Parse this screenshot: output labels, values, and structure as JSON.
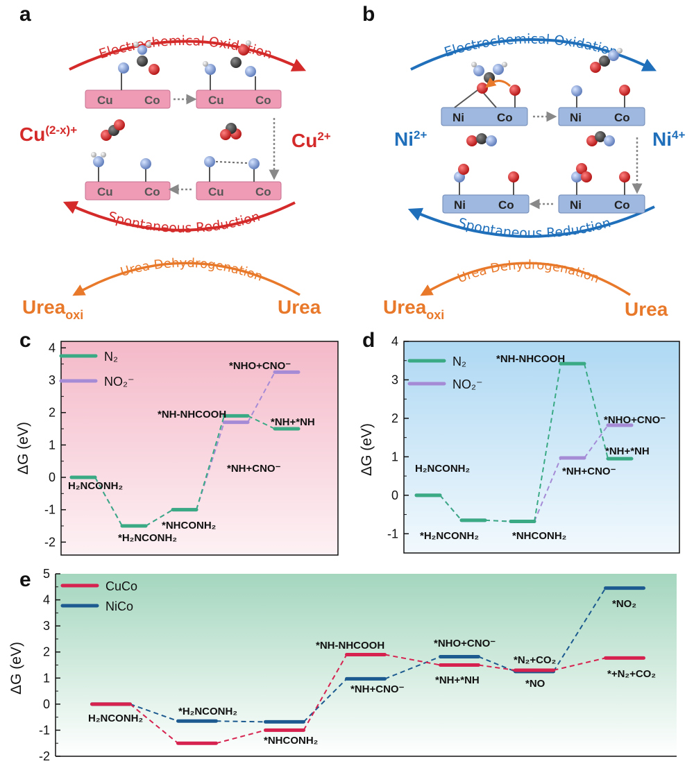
{
  "panels": {
    "a": "a",
    "b": "b",
    "c": "c",
    "d": "d",
    "e": "e"
  },
  "panel_a": {
    "top_arc": "Electrochemical Oxidation",
    "bottom_arc": "Spontaneous Reduction",
    "urea_arc": "Urea Dehydrogenation",
    "left_ion": "Cu",
    "left_ion_sup": "(2-x)+",
    "right_ion": "Cu",
    "right_ion_sup": "2+",
    "metal1": "Cu",
    "metal2": "Co",
    "urea": "Urea",
    "urea_oxi": "Urea",
    "urea_oxi_sub": "oxi",
    "colors": {
      "arc": "#d42a2a",
      "box": "#f09bb5"
    }
  },
  "panel_b": {
    "top_arc": "Electrochemical Oxidation",
    "bottom_arc": "Spontaneous Reduction",
    "urea_arc": "Urea Dehydrogenation",
    "left_ion": "Ni",
    "left_ion_sup": "2+",
    "right_ion": "Ni",
    "right_ion_sup": "4+",
    "metal1": "Ni",
    "metal2": "Co",
    "urea": "Urea",
    "urea_oxi": "Urea",
    "urea_oxi_sub": "oxi",
    "colors": {
      "arc": "#1f6fba",
      "box": "#9fb8e0"
    }
  },
  "chart_data": [
    {
      "type": "line",
      "panel": "c",
      "ylabel": "ΔG (eV)",
      "ylim": [
        -2.4,
        4.2
      ],
      "yticks": [
        "4",
        "3",
        "2",
        "1",
        "0",
        "-1",
        "-2"
      ],
      "background": "#f7c7d4",
      "series": [
        {
          "name": "N2",
          "color": "#3aaa85",
          "steps": [
            {
              "x": 0,
              "y": 0
            },
            {
              "x": 1,
              "y": -1.5
            },
            {
              "x": 2,
              "y": -1.0
            },
            {
              "x": 3,
              "y": 1.9
            },
            {
              "x": 4,
              "y": 1.5
            }
          ]
        },
        {
          "name": "NO2-",
          "color": "#a58bd6",
          "steps": [
            {
              "x": 0,
              "y": 0
            },
            {
              "x": 1,
              "y": -1.5
            },
            {
              "x": 2,
              "y": -1.0
            },
            {
              "x": 3,
              "y": 1.7
            },
            {
              "x": 4,
              "y": 3.25
            }
          ]
        }
      ],
      "labels": [
        {
          "text": "H₂NCONH₂"
        },
        {
          "text": "*H₂NCONH₂"
        },
        {
          "text": "*NHCONH₂"
        },
        {
          "text": "*NH-NHCOOH"
        },
        {
          "text": "*NH+CNO⁻"
        },
        {
          "text": "*NH+*NH"
        },
        {
          "text": "*NHO+CNO⁻"
        }
      ],
      "legend": [
        "N₂",
        "NO₂⁻"
      ]
    },
    {
      "type": "line",
      "panel": "d",
      "ylabel": "ΔG (eV)",
      "ylim": [
        -1.5,
        4.0
      ],
      "yticks": [
        "4",
        "3",
        "2",
        "1",
        "0",
        "-1"
      ],
      "background": "#bfe0f5",
      "series": [
        {
          "name": "N2",
          "color": "#3aaa85",
          "steps": [
            {
              "x": 0,
              "y": 0
            },
            {
              "x": 1,
              "y": -0.65
            },
            {
              "x": 2,
              "y": -0.68
            },
            {
              "x": 3,
              "y": 3.42
            },
            {
              "x": 4,
              "y": 0.95
            }
          ]
        },
        {
          "name": "NO2-",
          "color": "#a58bd6",
          "steps": [
            {
              "x": 0,
              "y": 0
            },
            {
              "x": 1,
              "y": -0.65
            },
            {
              "x": 2,
              "y": -0.68
            },
            {
              "x": 3,
              "y": 0.97
            },
            {
              "x": 4,
              "y": 1.82
            }
          ]
        }
      ],
      "labels": [
        {
          "text": "H₂NCONH₂"
        },
        {
          "text": "*H₂NCONH₂"
        },
        {
          "text": "*NHCONH₂"
        },
        {
          "text": "*NH-NHCOOH"
        },
        {
          "text": "*NH+CNO⁻"
        },
        {
          "text": "*NH+*NH"
        },
        {
          "text": "*NHO+CNO⁻"
        }
      ],
      "legend": [
        "N₂",
        "NO₂⁻"
      ]
    },
    {
      "type": "line",
      "panel": "e",
      "ylabel": "ΔG (eV)",
      "ylim": [
        -2.0,
        5.0
      ],
      "yticks": [
        "5",
        "4",
        "3",
        "2",
        "1",
        "0",
        "-1",
        "-2"
      ],
      "background": "#a9d7c2",
      "series": [
        {
          "name": "CuCo",
          "color": "#d6224f",
          "steps": [
            {
              "x": 0,
              "y": 0
            },
            {
              "x": 1,
              "y": -1.5
            },
            {
              "x": 2,
              "y": -1.0
            },
            {
              "x": 3,
              "y": 1.9
            },
            {
              "x": 4,
              "y": 1.5
            },
            {
              "x": 5,
              "y": 1.3
            },
            {
              "x": 6,
              "y": 1.77
            }
          ]
        },
        {
          "name": "NiCo",
          "color": "#1c5a8f",
          "steps": [
            {
              "x": 0,
              "y": 0
            },
            {
              "x": 1,
              "y": -0.65
            },
            {
              "x": 2,
              "y": -0.68
            },
            {
              "x": 3,
              "y": 0.97
            },
            {
              "x": 4,
              "y": 1.82
            },
            {
              "x": 5,
              "y": 1.25
            },
            {
              "x": 6,
              "y": 4.45
            }
          ]
        }
      ],
      "labels": [
        {
          "text": "H₂NCONH₂"
        },
        {
          "text": "*H₂NCONH₂"
        },
        {
          "text": "*NHCONH₂"
        },
        {
          "text": "*NH-NHCOOH"
        },
        {
          "text": "*NH+CNO⁻"
        },
        {
          "text": "*NHO+CNO⁻"
        },
        {
          "text": "*NH+*NH"
        },
        {
          "text": "*N₂+CO₂"
        },
        {
          "text": "*NO"
        },
        {
          "text": "*NO₂"
        },
        {
          "text": "*+N₂+CO₂"
        }
      ],
      "legend": [
        "CuCo",
        "NiCo"
      ]
    }
  ]
}
